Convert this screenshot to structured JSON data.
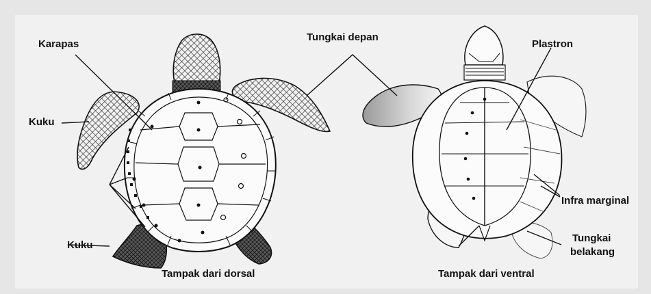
{
  "diagram": {
    "labels": {
      "karapas": "Karapas",
      "tungkai_depan": "Tungkai depan",
      "plastron": "Plastron",
      "kuku_top": "Kuku",
      "kuku_bottom": "Kuku",
      "infra_marginal": "Infra marginal",
      "tungkai_belakang_1": "Tungkai",
      "tungkai_belakang_2": "belakang",
      "caption_dorsal": "Tampak dari dorsal",
      "caption_ventral": "Tampak dari ventral"
    },
    "colors": {
      "background": "#e6e6e6",
      "panel": "#f1f1f1",
      "ink": "#111111",
      "shell_fill": "#fbfbfb",
      "shade": "#3a3a3a"
    }
  }
}
